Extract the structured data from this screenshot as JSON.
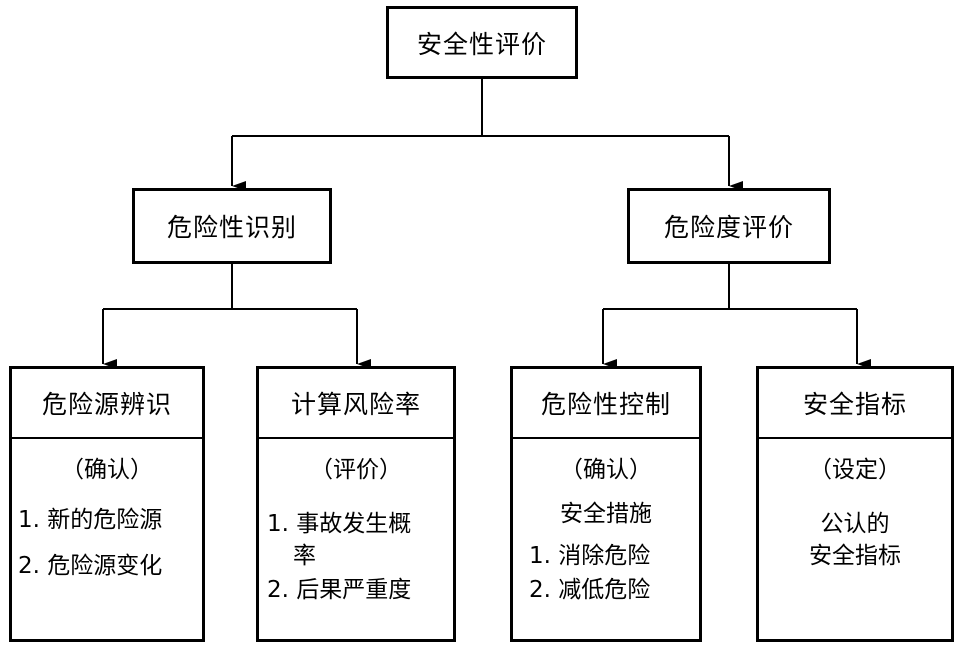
{
  "root": {
    "label": "安全性评价"
  },
  "branches": [
    {
      "label": "危险性识别"
    },
    {
      "label": "危险度评价"
    }
  ],
  "columns": [
    {
      "title": "危险源辨识",
      "tag": "（确认）",
      "items": [
        "1. 新的危险源",
        "2. 危险源变化"
      ]
    },
    {
      "title": "计算风险率",
      "tag": "（评价）",
      "items": [
        "1. 事故发生概",
        "率",
        "2. 后果严重度"
      ]
    },
    {
      "title": "危险性控制",
      "tag": "（确认）",
      "sub": "安全措施",
      "items": [
        "1. 消除危险",
        "2. 减低危险"
      ]
    },
    {
      "title": "安全指标",
      "tag": "（设定）",
      "items": [
        "公认的",
        "安全指标"
      ]
    }
  ]
}
